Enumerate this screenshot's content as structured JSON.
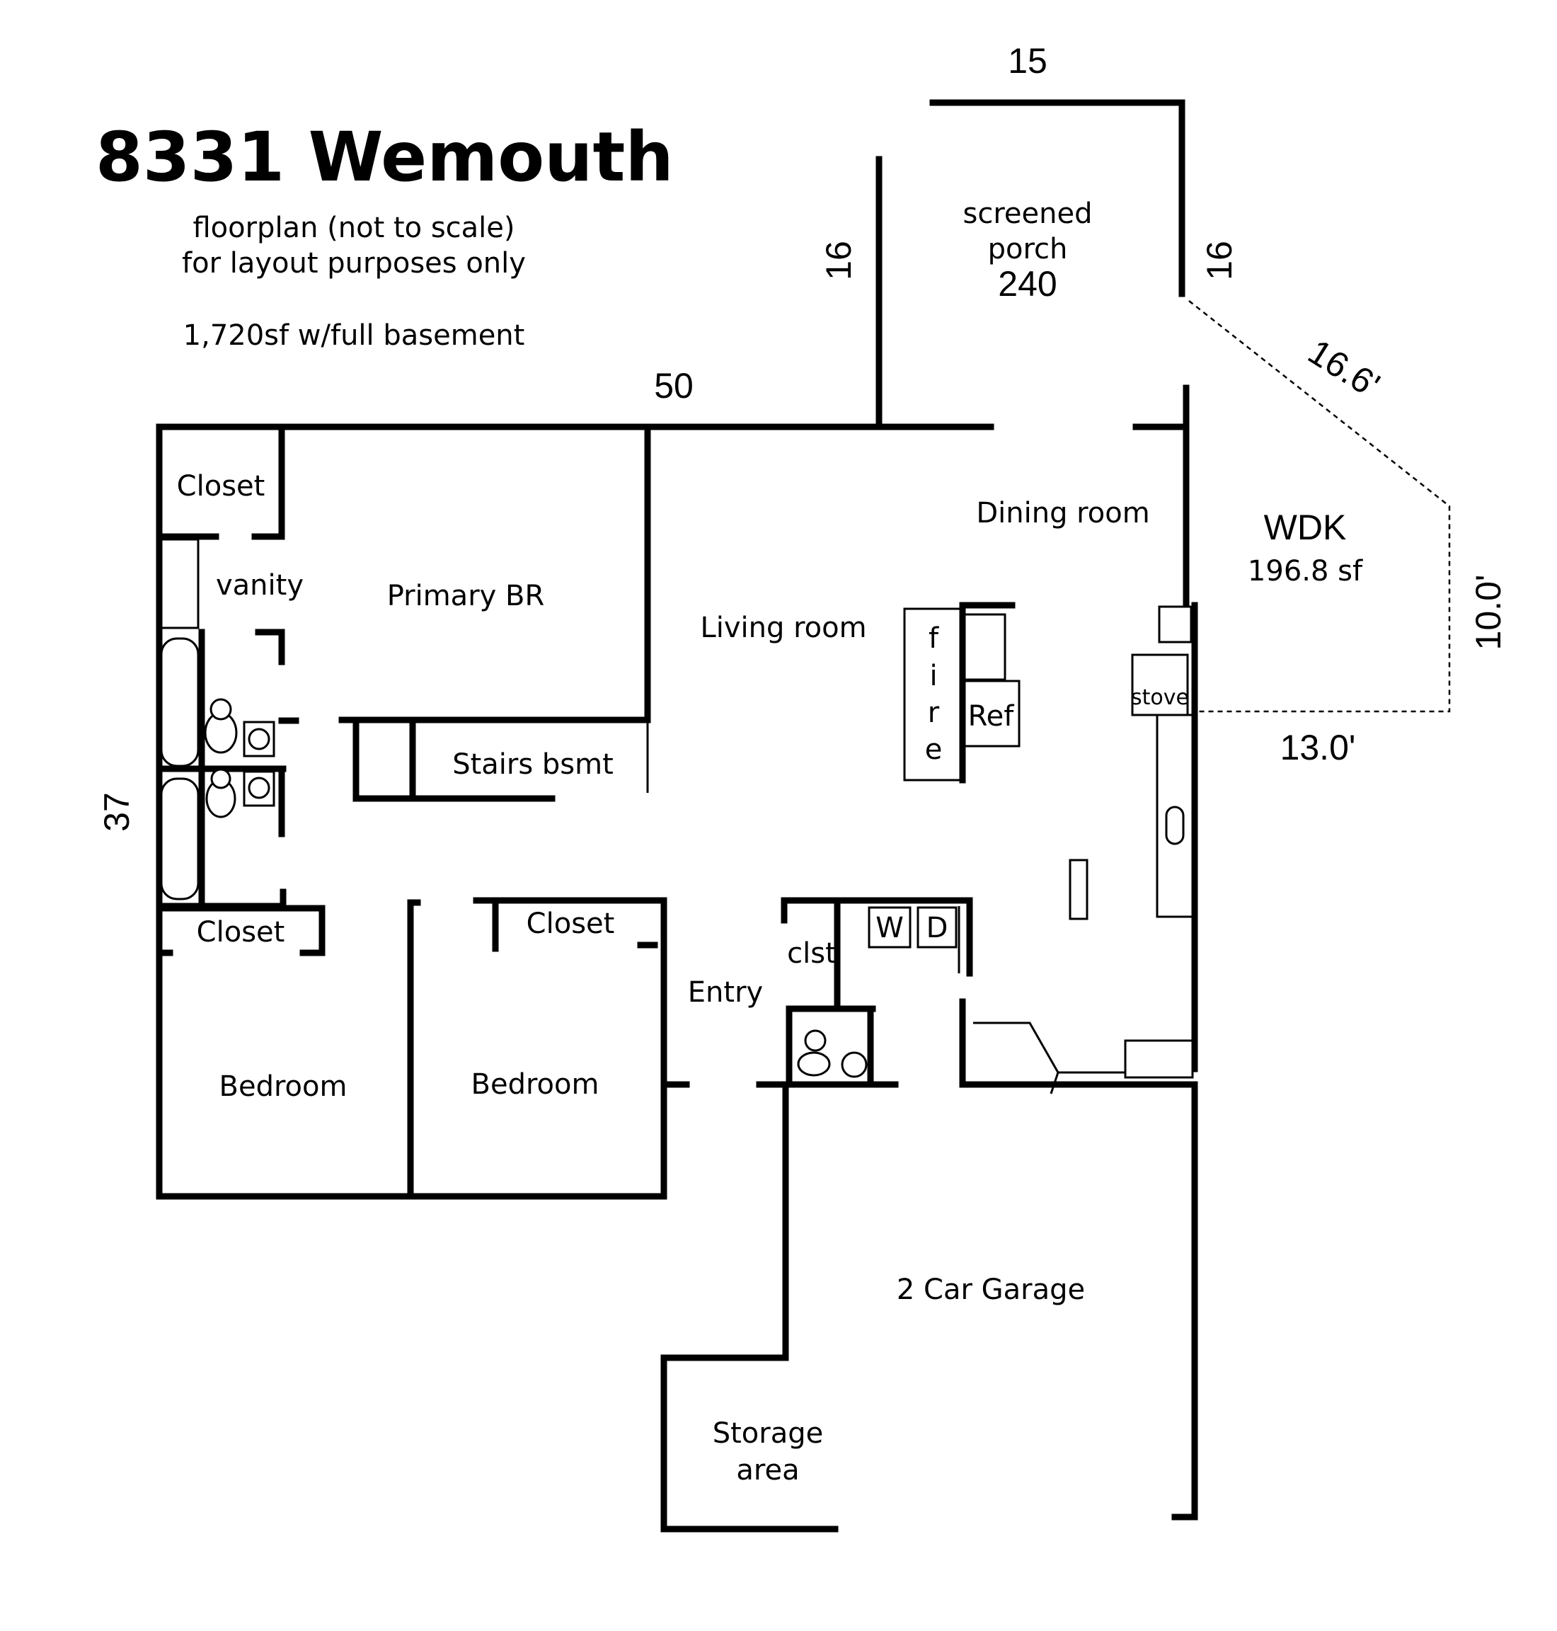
{
  "header": {
    "title": "8331 Wemouth",
    "subtitle_line1": "floorplan (not to scale)",
    "subtitle_line2": "for layout purposes only",
    "area_note": "1,720sf w/full basement"
  },
  "dimensions": {
    "top_width": "50",
    "left_depth": "37",
    "porch_width": "15",
    "porch_left_depth": "16",
    "porch_right_depth": "16",
    "deck_diagonal": "16.6'",
    "deck_depth": "10.0'",
    "deck_width": "13.0'"
  },
  "rooms": {
    "screened_porch_line1": "screened",
    "screened_porch_line2": "porch",
    "screened_porch_area": "240",
    "dining_room": "Dining room",
    "living_room": "Living room",
    "deck_name": "WDK",
    "deck_area": "196.8 sf",
    "primary_closet": "Closet",
    "vanity": "vanity",
    "primary_br": "Primary BR",
    "stairs": "Stairs bsmt",
    "closet_left": "Closet",
    "closet_middle": "Closet",
    "bedroom_left": "Bedroom",
    "bedroom_middle": "Bedroom",
    "entry": "Entry",
    "entry_closet": "clst",
    "garage": "2 Car Garage",
    "storage_line1": "Storage",
    "storage_line2": "area"
  },
  "fixtures": {
    "fireplace_letters": [
      "f",
      "i",
      "r",
      "e"
    ],
    "refrigerator": "Ref",
    "stove": "stove",
    "washer": "W",
    "dryer": "D"
  }
}
